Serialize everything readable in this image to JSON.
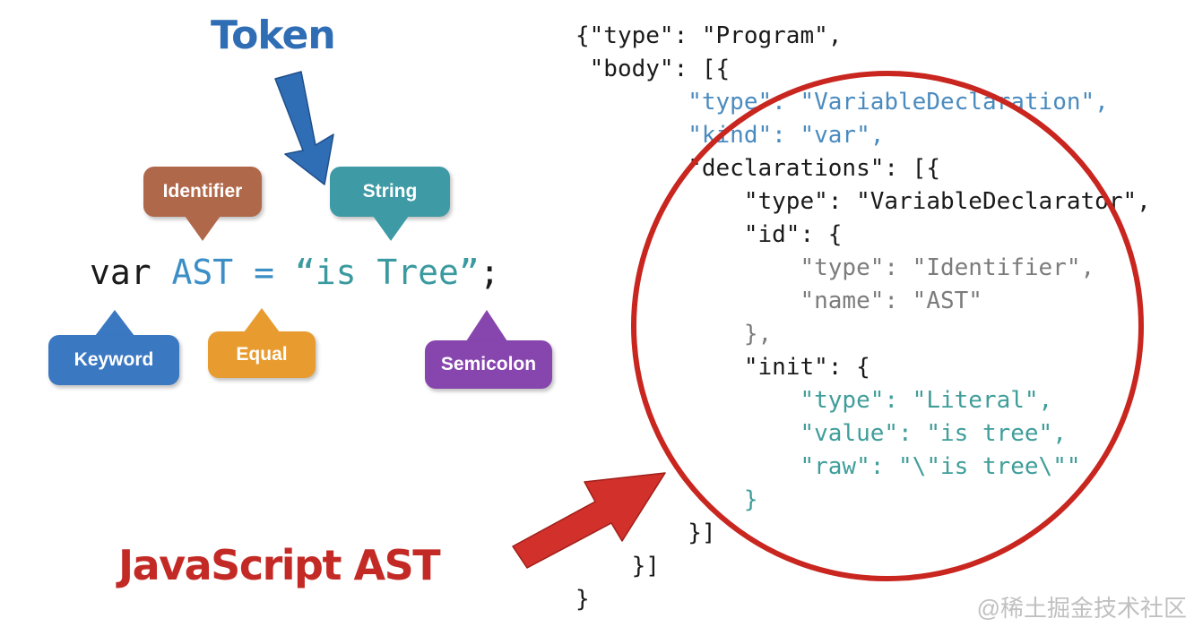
{
  "token_title": "Token",
  "ast_title": "JavaScript AST",
  "code": {
    "keyword": "var",
    "identifier": "AST",
    "equal": "=",
    "string": "“is Tree”",
    "semicolon": ";"
  },
  "labels": {
    "identifier": "Identifier",
    "string": "String",
    "keyword": "Keyword",
    "equal": "Equal",
    "semicolon": "Semicolon"
  },
  "json_lines": [
    {
      "indent": 0,
      "text": "{\"type\": \"Program\",",
      "color": "black"
    },
    {
      "indent": 0,
      "text": " \"body\": [{",
      "color": "black"
    },
    {
      "indent": 4,
      "text": "\"type\": \"VariableDeclaration\",",
      "color": "blue"
    },
    {
      "indent": 4,
      "text": "\"kind\": \"var\",",
      "color": "blue"
    },
    {
      "indent": 4,
      "text": "\"declarations\": [{",
      "color": "black"
    },
    {
      "indent": 6,
      "text": "\"type\": \"VariableDeclarator\",",
      "color": "black"
    },
    {
      "indent": 6,
      "text": "\"id\": {",
      "color": "black"
    },
    {
      "indent": 8,
      "text": "\"type\": \"Identifier\",",
      "color": "grey"
    },
    {
      "indent": 8,
      "text": "\"name\": \"AST\"",
      "color": "grey"
    },
    {
      "indent": 6,
      "text": "},",
      "color": "grey"
    },
    {
      "indent": 6,
      "text": "\"init\": {",
      "color": "black"
    },
    {
      "indent": 8,
      "text": "\"type\": \"Literal\",",
      "color": "teal"
    },
    {
      "indent": 8,
      "text": "\"value\": \"is tree\",",
      "color": "teal"
    },
    {
      "indent": 8,
      "text": "\"raw\": \"\\\"is tree\\\"\"",
      "color": "teal"
    },
    {
      "indent": 6,
      "text": "}",
      "color": "teal"
    },
    {
      "indent": 4,
      "text": "}]",
      "color": "black"
    },
    {
      "indent": 2,
      "text": "}]",
      "color": "black"
    },
    {
      "indent": 0,
      "text": "}",
      "color": "black"
    }
  ],
  "watermark": "@稀土掘金技术社区",
  "colors": {
    "token_title": "#2f6db5",
    "ast_title": "#c42a25",
    "circle": "#c8261f",
    "identifier": "#b0684a",
    "string": "#3e9aa5",
    "keyword": "#3a78c2",
    "equal": "#e89c30",
    "semicolon": "#8746ae"
  }
}
